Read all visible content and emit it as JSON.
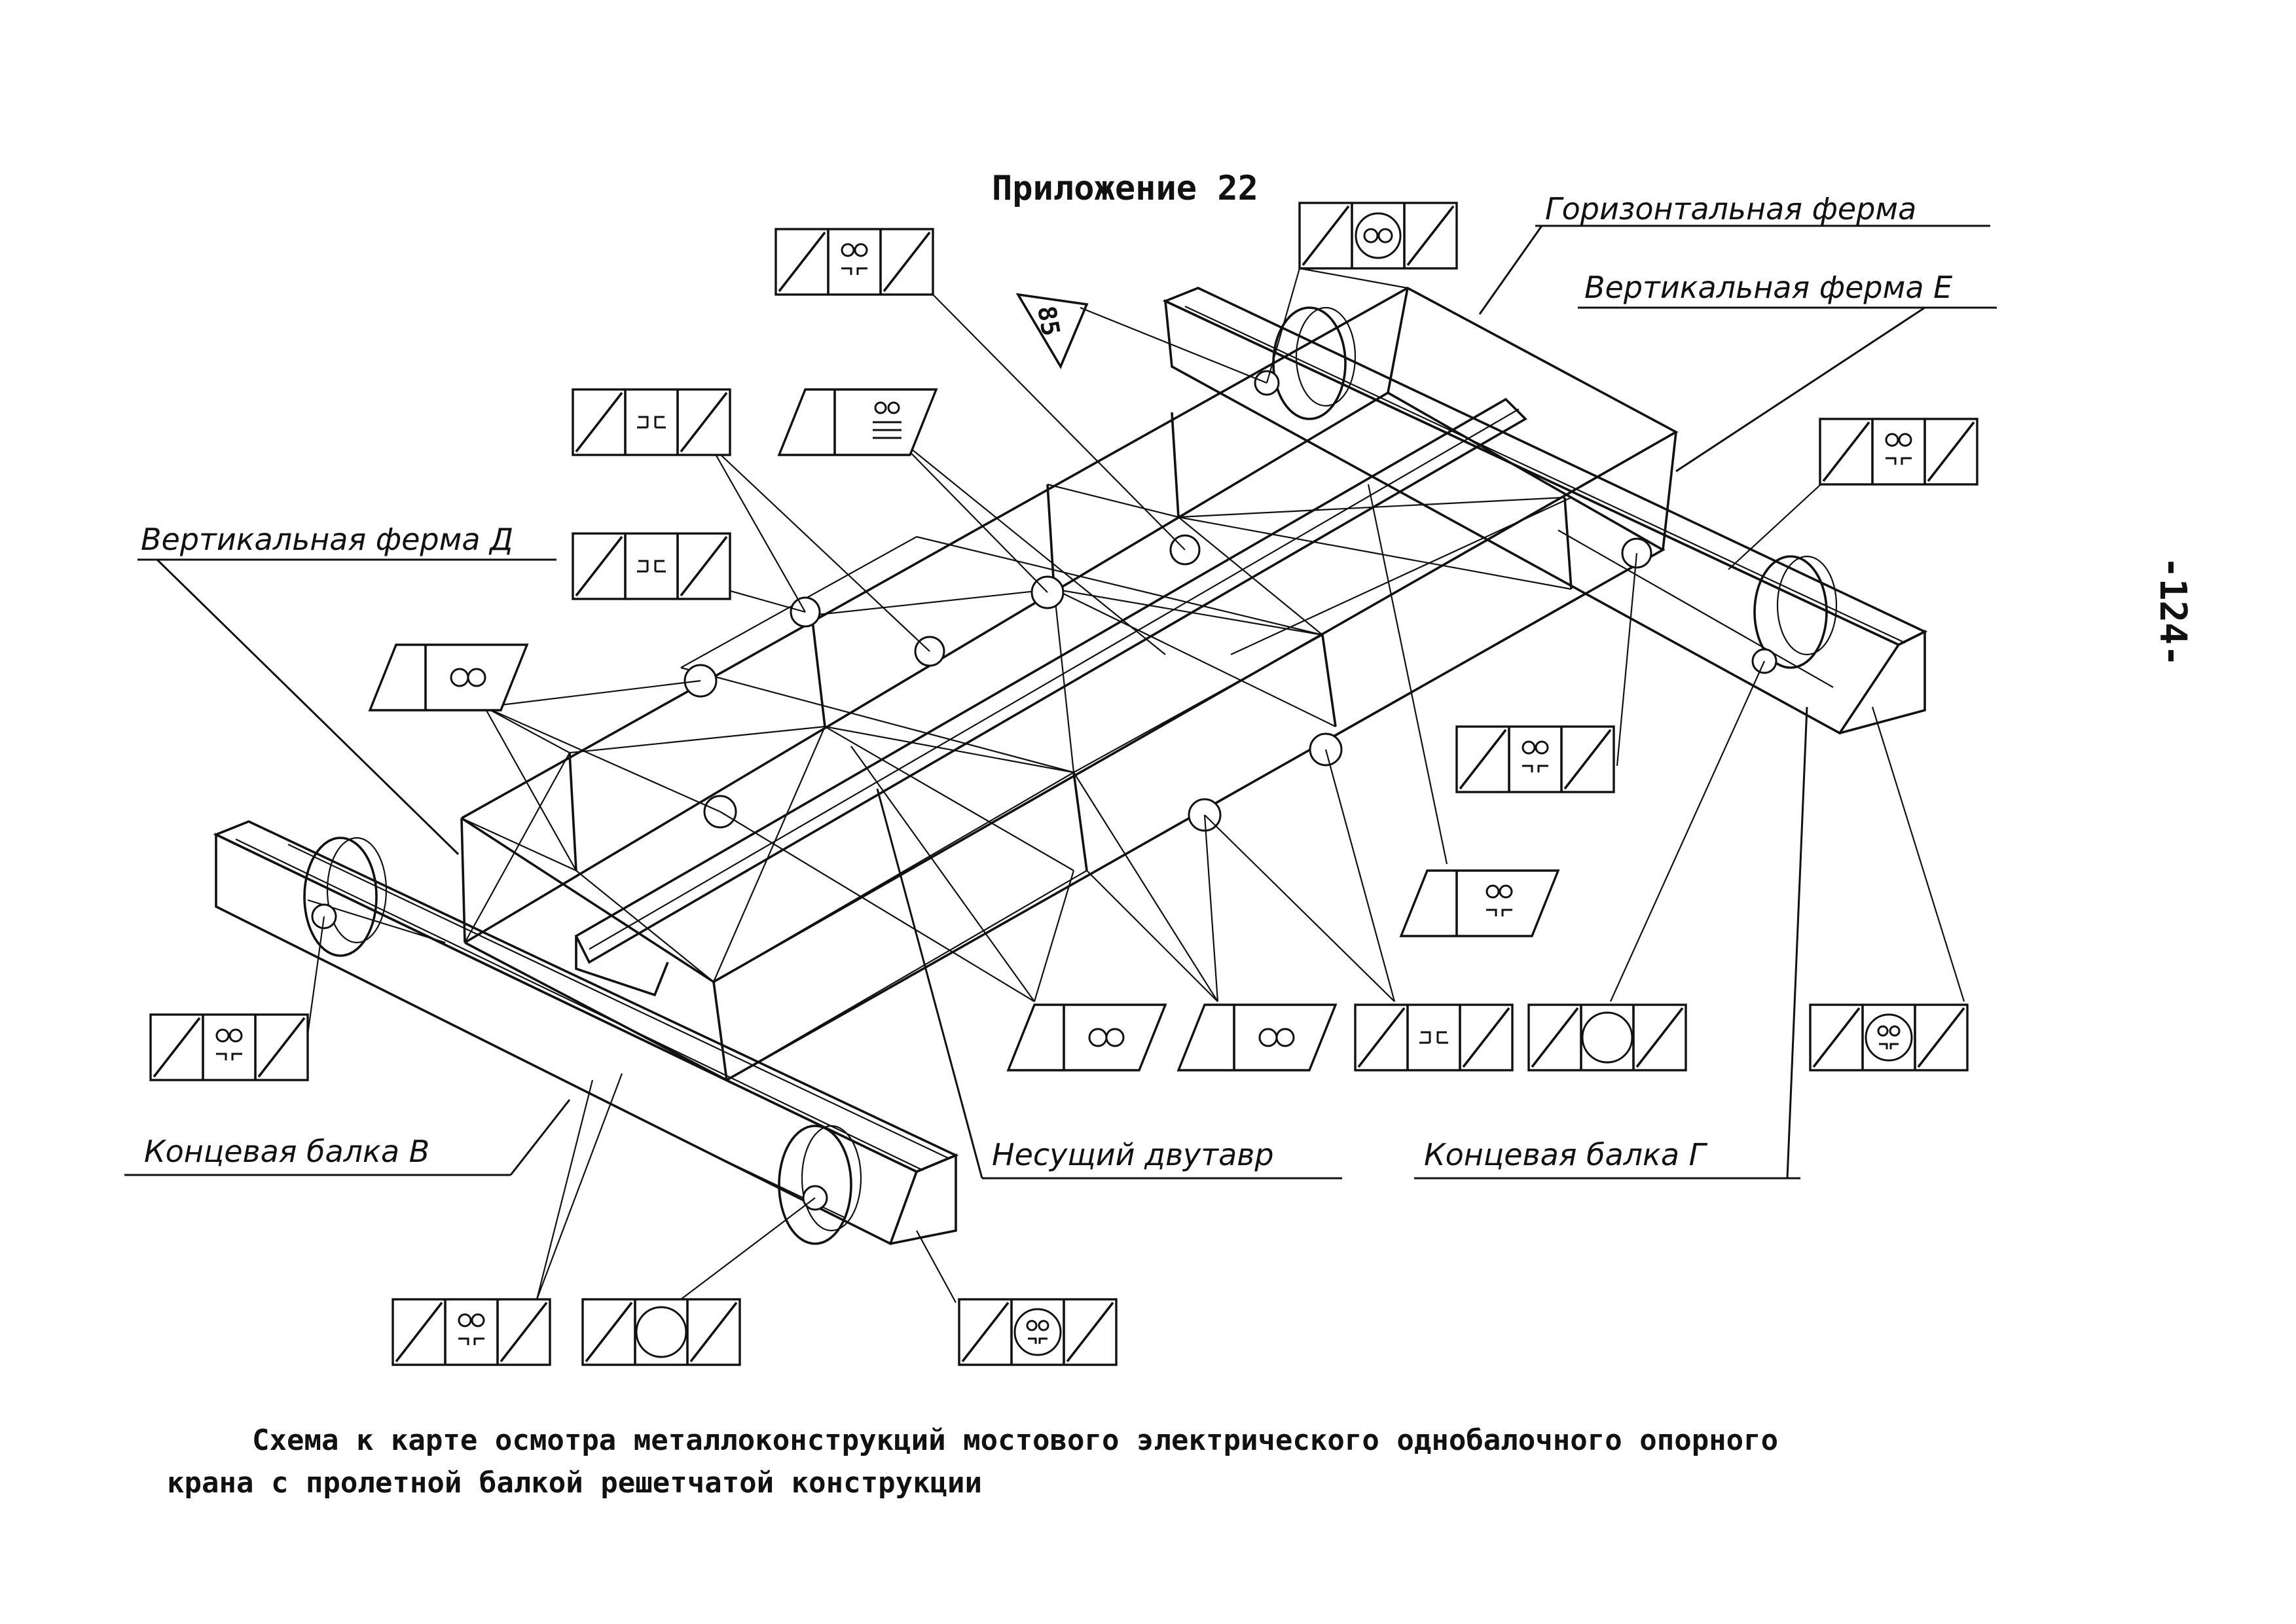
{
  "header": {
    "appendix": "Приложение 22"
  },
  "page_number": "-124-",
  "labels": {
    "horizontal_truss": "Горизонтальная ферма",
    "vertical_truss_e": "Вертикальная ферма Е",
    "vertical_truss_d": "Вертикальная ферма Д",
    "end_beam_v": "Концевая балка В",
    "load_ibeam": "Несущий двутавр",
    "end_beam_g": "Концевая балка Г"
  },
  "marker_tag": "85",
  "caption": {
    "line1": "Схема к карте осмотра металлоконструкций мостового электрического однобалочного опорного",
    "line2": "крана с пролетной балкой решетчатой конструкции"
  },
  "symbol_types": {
    "circle_pair": "oo",
    "weld": "┘└",
    "big_circle": "O",
    "face": "(oo ┘└)",
    "lines": "≡"
  }
}
